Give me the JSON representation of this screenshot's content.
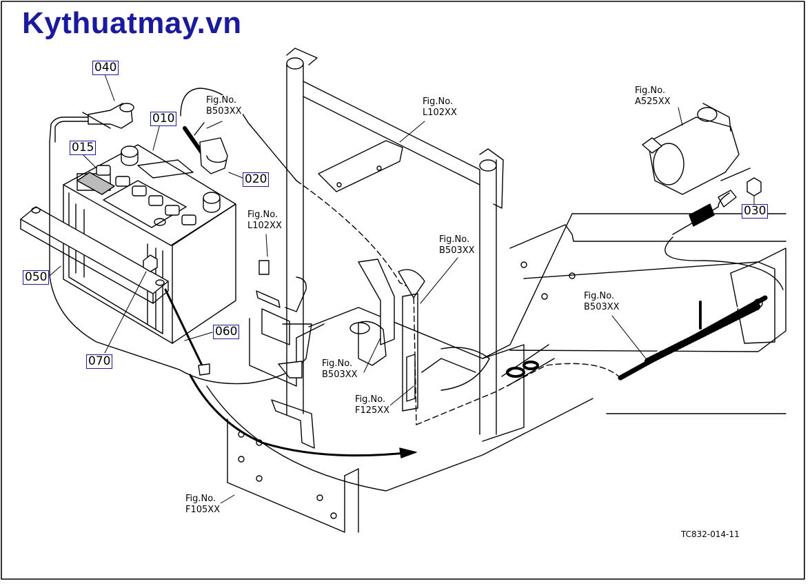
{
  "watermark": {
    "text": "Kythuatmay.vn",
    "color": "#1a1a9e"
  },
  "parts": {
    "p010": "010",
    "p015": "015",
    "p020": "020",
    "p030": "030",
    "p040": "040",
    "p050": "050",
    "p060": "060",
    "p070": "070"
  },
  "refs": {
    "fig_label": "Fig.No.",
    "b503_top": "B503XX",
    "l102_top": "L102XX",
    "a525": "A525XX",
    "l102_mid": "L102XX",
    "b503_mid": "B503XX",
    "b503_right": "B503XX",
    "b503_low": "B503XX",
    "f125": "F125XX",
    "f105": "F105XX"
  },
  "drawing_code": "TC832-014-11",
  "colors": {
    "line": "#000000",
    "label_border": "#1a1aa0"
  }
}
